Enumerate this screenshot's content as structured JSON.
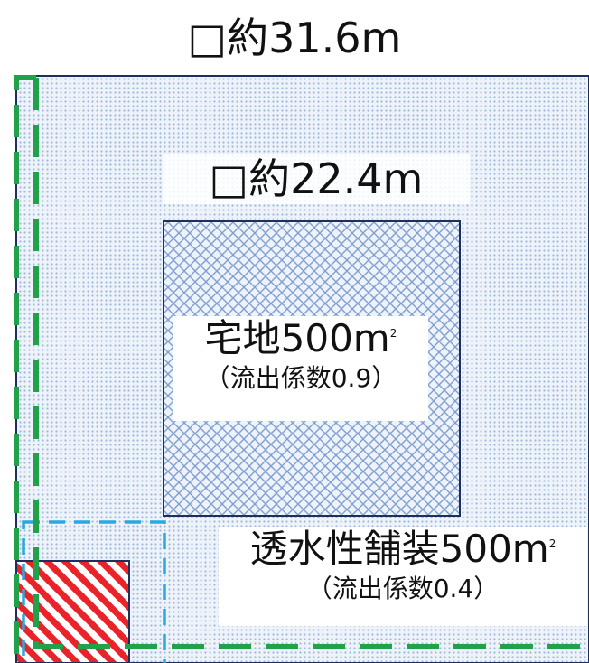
{
  "outer_area": {
    "label": "□約31.6m"
  },
  "inner_area": {
    "label": "□約22.4m"
  },
  "residential": {
    "label": "宅地500m",
    "sup": "2",
    "coefficient": "（流出係数0.9）"
  },
  "permeable": {
    "label": "透水性舗装500m",
    "sup": "2",
    "coefficient": "（流出係数0.4）"
  },
  "colors": {
    "outer_fill": "#c9d9ec",
    "inner_fill": "#7f9fd0",
    "border": "#1f2f5c",
    "green_dash": "#21a24a",
    "blue_dash": "#29a9e0",
    "red_hatch": "#e8242a"
  }
}
